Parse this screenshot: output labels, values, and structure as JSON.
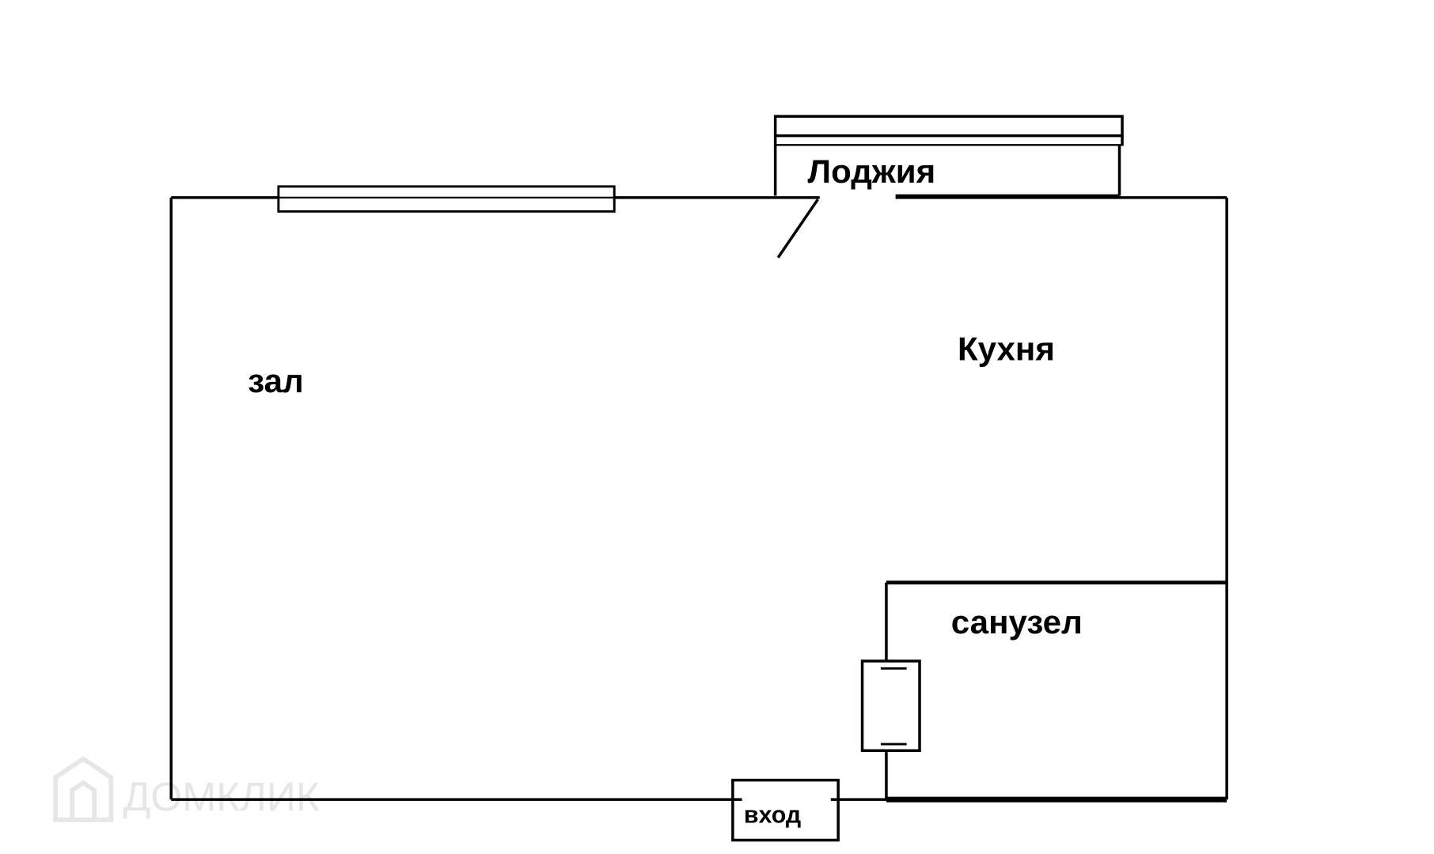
{
  "rooms": {
    "loggia": "Лоджия",
    "kitchen": "Кухня",
    "hall": "зал",
    "bathroom": "санузел",
    "entrance": "вход"
  },
  "watermark": "ДОМКЛИК",
  "colors": {
    "wall": "#000000",
    "background": "#ffffff",
    "watermark": "#e6e6e6"
  }
}
